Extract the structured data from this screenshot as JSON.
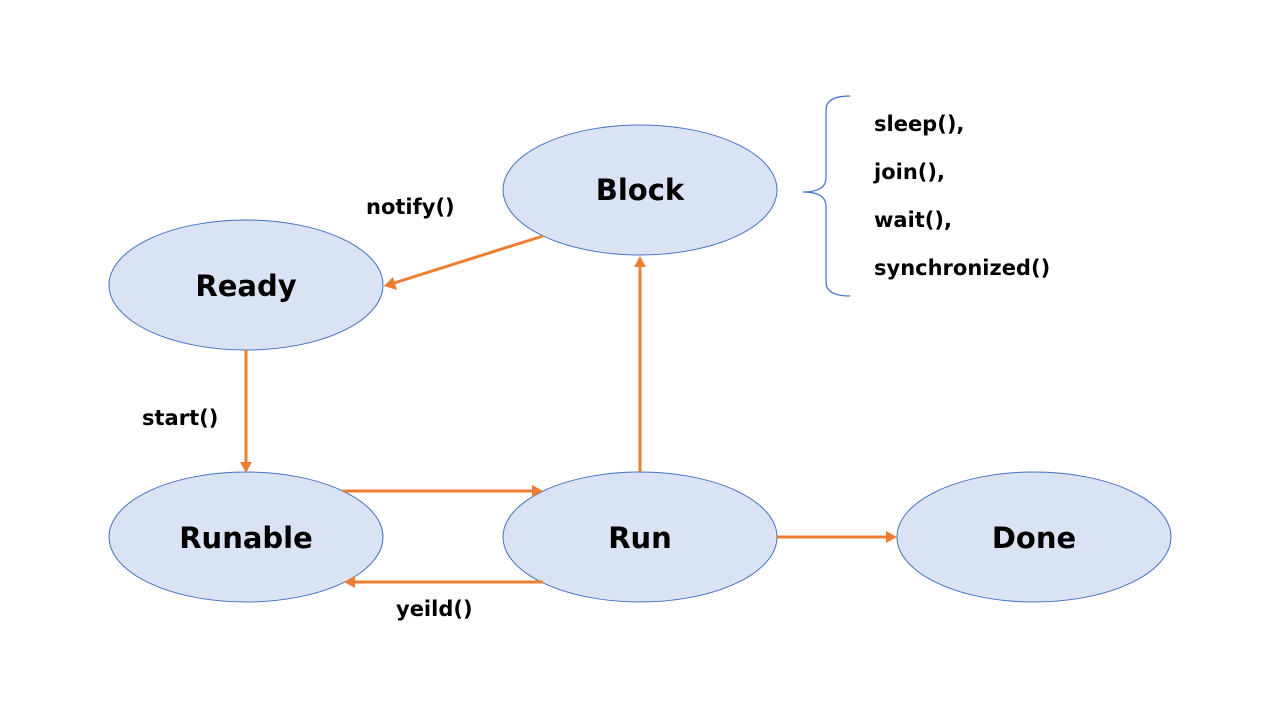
{
  "colors": {
    "node_fill": "#dae3f3",
    "node_stroke": "#4472c4",
    "arrow": "#ed7d31",
    "text": "#000000",
    "brace": "#4472c4"
  },
  "nodes": {
    "block": "Block",
    "ready": "Ready",
    "runable": "Runable",
    "run": "Run",
    "done": "Done"
  },
  "edges": {
    "notify": "notify()",
    "start": "start()",
    "yeild": "yeild()"
  },
  "block_methods": [
    "sleep(),",
    "join(),",
    "wait(),",
    "synchronized()"
  ]
}
